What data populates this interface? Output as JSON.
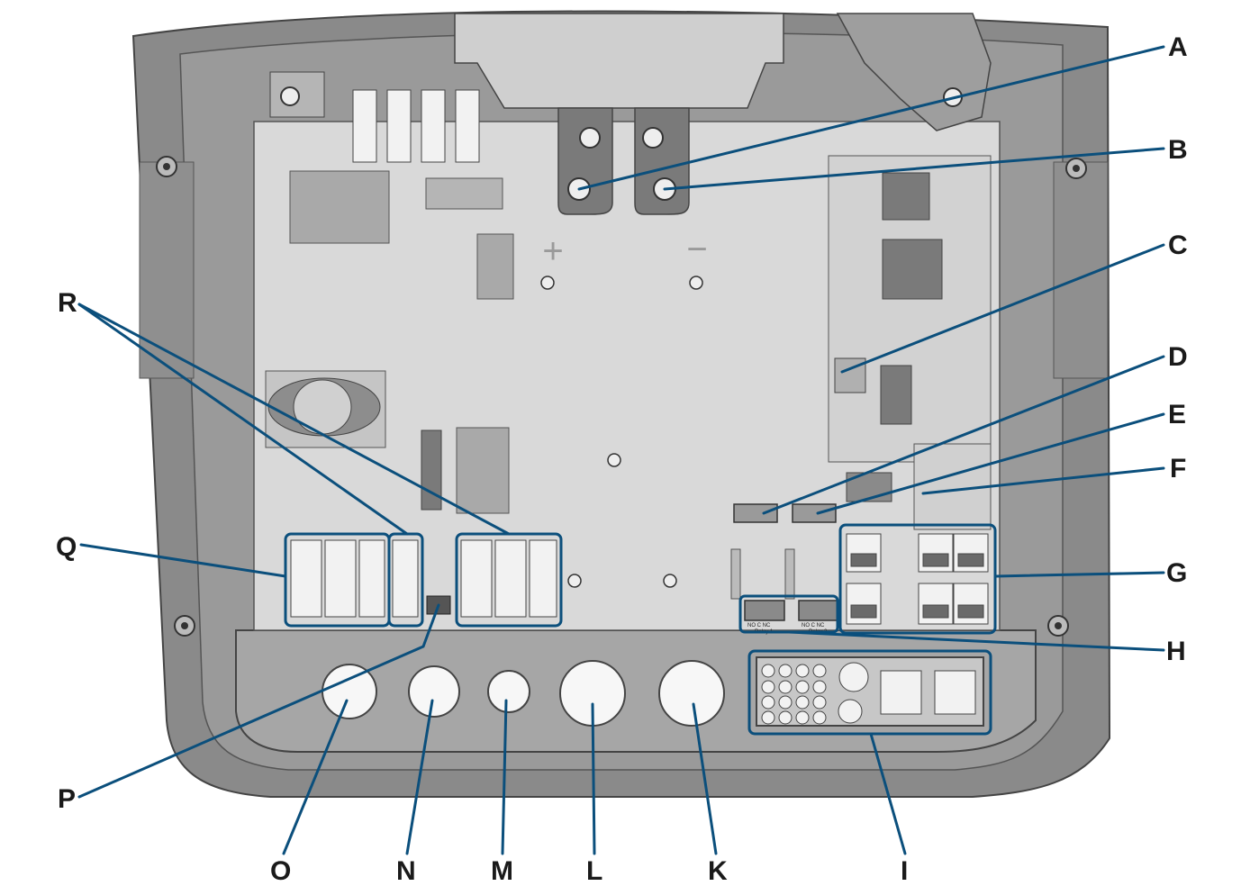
{
  "polarity": {
    "plus": "+",
    "minus": "−"
  },
  "relay_terminals": [
    {
      "pins": "NO  C  NC",
      "name": "Relay 1"
    },
    {
      "pins": "NO  C  NC",
      "name": "Relay 2"
    }
  ],
  "callouts": [
    {
      "id": "A",
      "letter": "A"
    },
    {
      "id": "B",
      "letter": "B"
    },
    {
      "id": "C",
      "letter": "C"
    },
    {
      "id": "D",
      "letter": "D"
    },
    {
      "id": "E",
      "letter": "E"
    },
    {
      "id": "F",
      "letter": "F"
    },
    {
      "id": "G",
      "letter": "G"
    },
    {
      "id": "H",
      "letter": "H"
    },
    {
      "id": "I",
      "letter": "I"
    },
    {
      "id": "K",
      "letter": "K"
    },
    {
      "id": "L",
      "letter": "L"
    },
    {
      "id": "M",
      "letter": "M"
    },
    {
      "id": "N",
      "letter": "N"
    },
    {
      "id": "O",
      "letter": "O"
    },
    {
      "id": "P",
      "letter": "P"
    },
    {
      "id": "Q",
      "letter": "Q"
    },
    {
      "id": "R",
      "letter": "R"
    }
  ],
  "colors": {
    "leader": "#0b4f7c",
    "housing": "#7f7f7f",
    "board": "#d9d9d9"
  }
}
